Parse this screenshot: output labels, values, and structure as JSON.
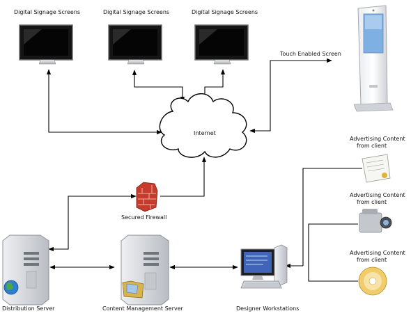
{
  "labels": {
    "screen1": "Digital Signage Screens",
    "screen2": "Digital Signage Screens",
    "screen3": "Digital Signage Screens",
    "touch": "Touch Enabled Screen",
    "internet": "Internet",
    "firewall": "Secured Firewall",
    "distribution": "Distribution Server",
    "cms": "Content Management Server",
    "designer": "Designer Workstations",
    "ad1_line1": "Advertising Content",
    "ad1_line2": "from client",
    "ad2_line1": "Advertising Content",
    "ad2_line2": "from client",
    "ad3_line1": "Advertising Content",
    "ad3_line2": "from client"
  },
  "colors": {
    "screen_frame": "#151515",
    "kiosk_screen": "#7fb0e4",
    "firewall_brick": "#c63b2c",
    "server_body": "#d7dadf",
    "globe": "#2f7fd0",
    "cd_gold": "#f0cd6a",
    "camera_body": "#c4c7cc"
  }
}
